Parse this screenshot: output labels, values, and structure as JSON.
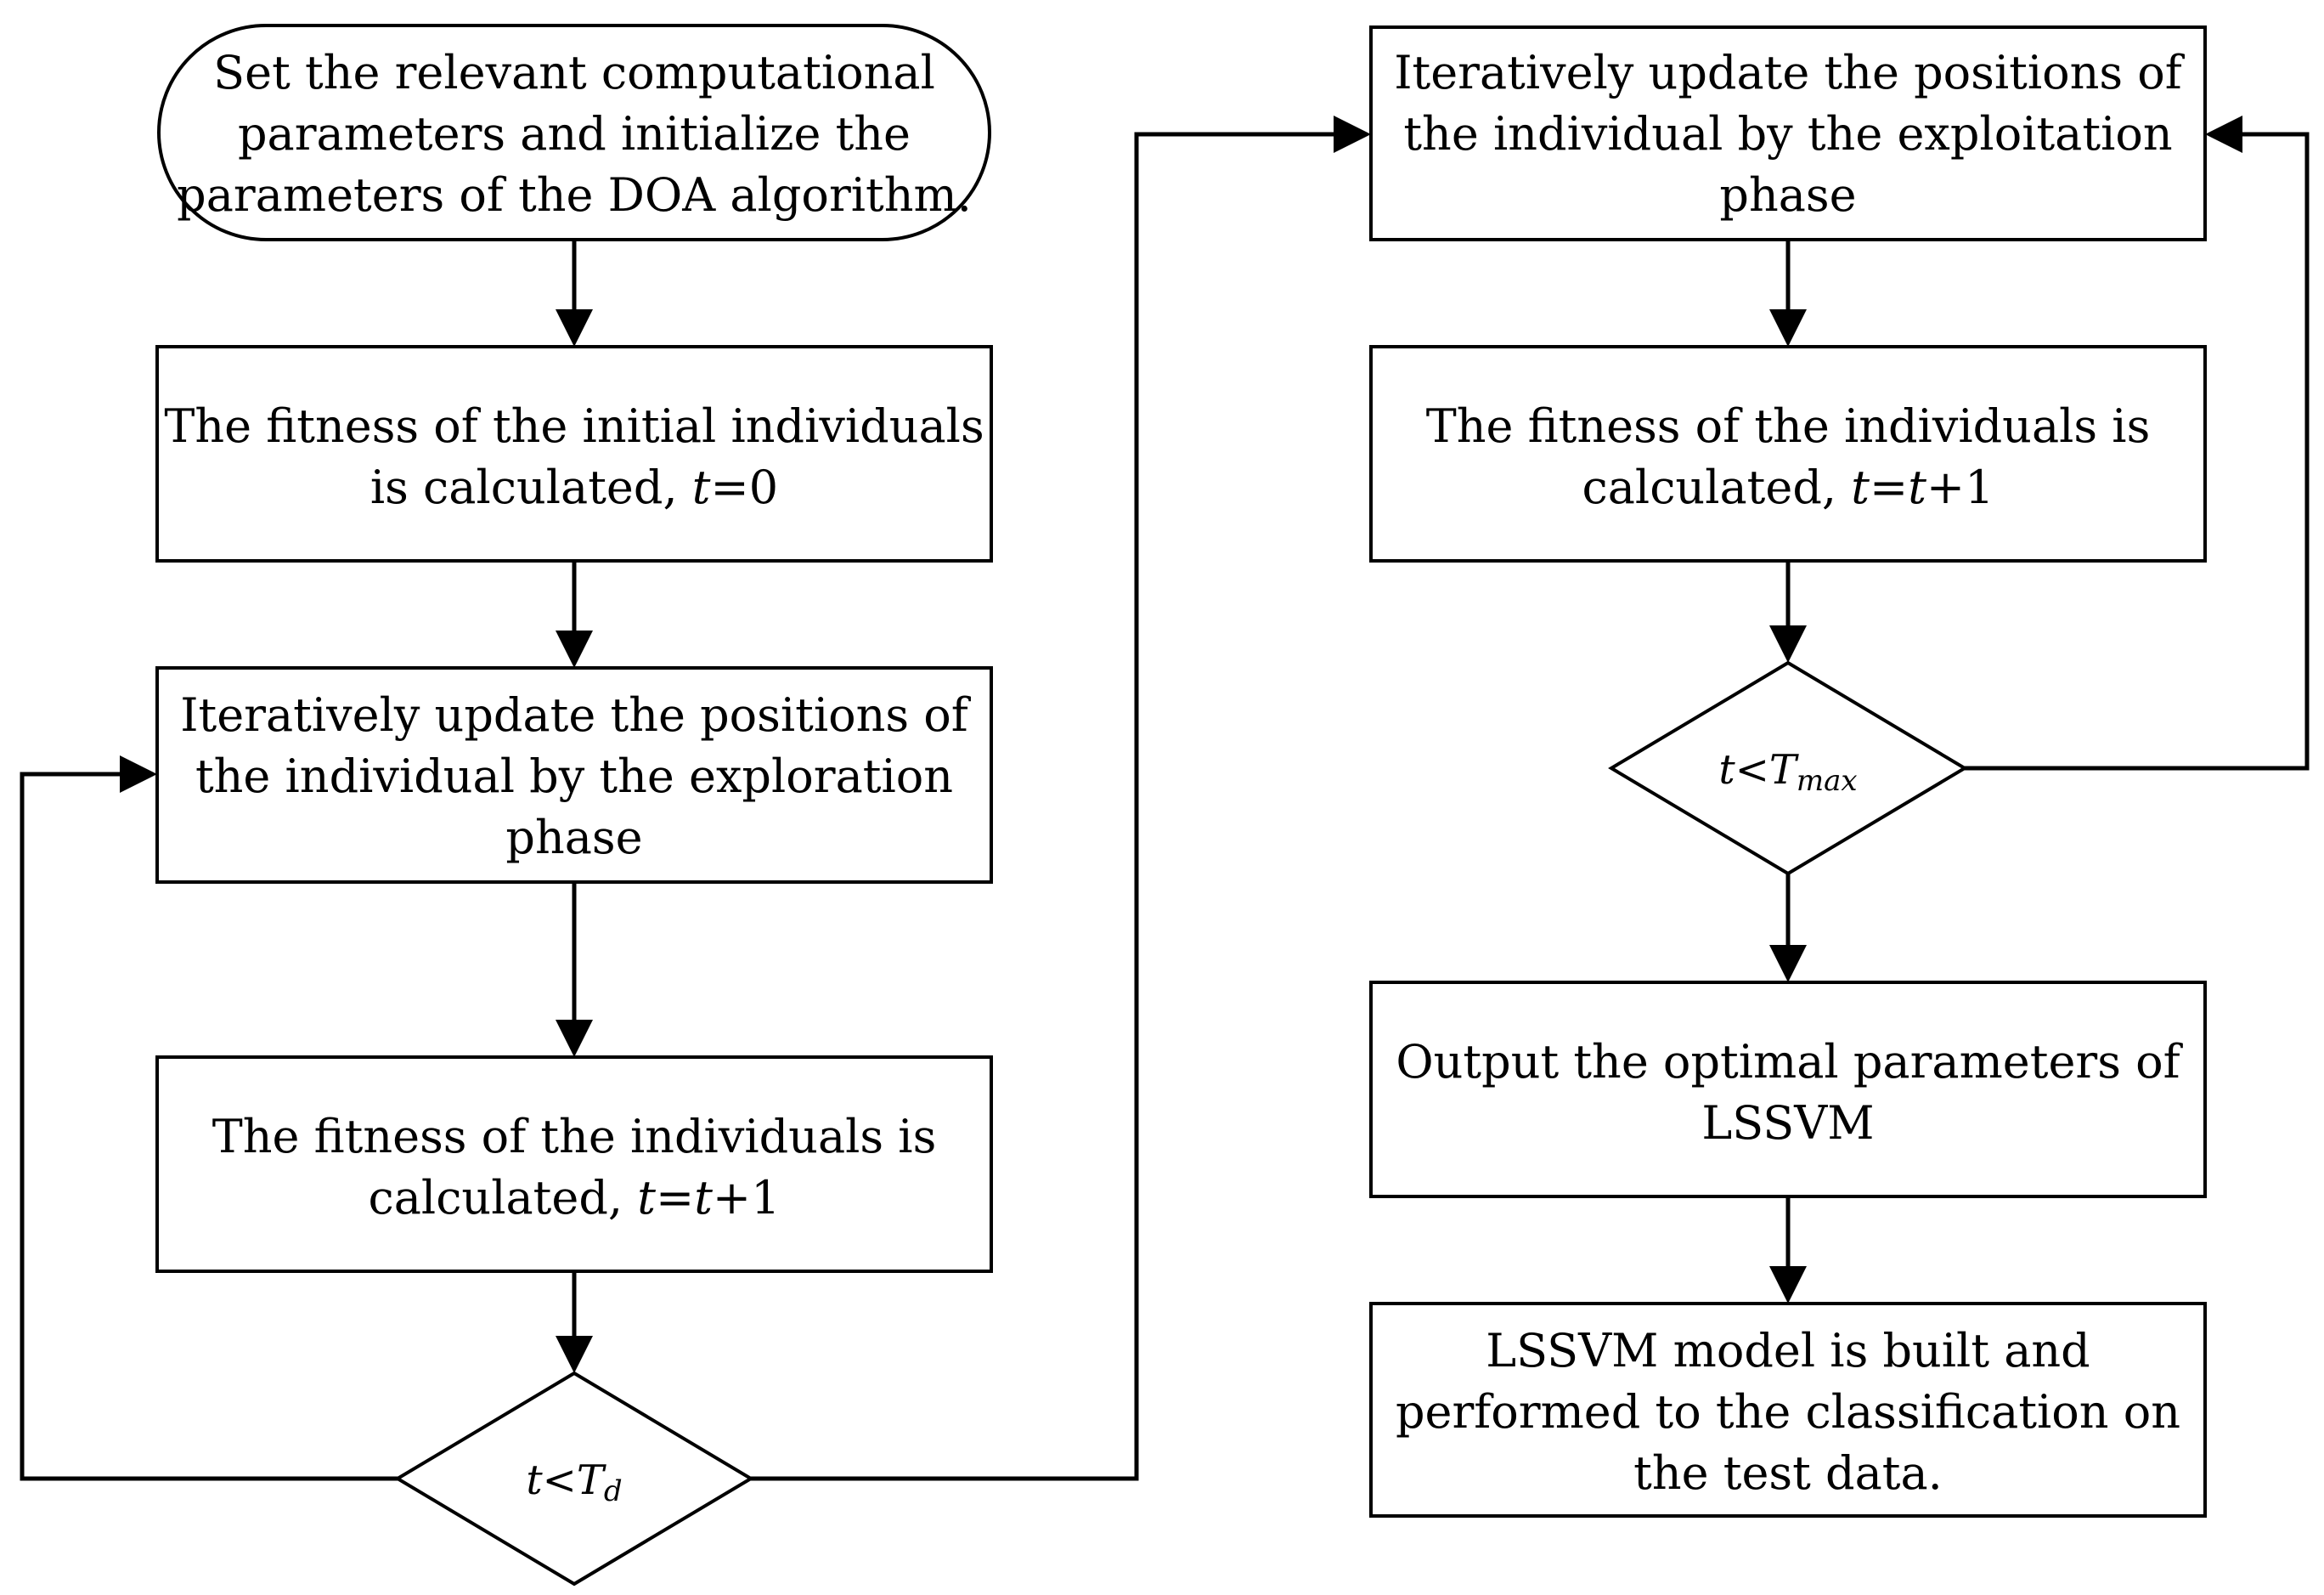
{
  "nodes": {
    "start": {
      "lines": [
        "Set the relevant computational",
        "parameters and initialize the",
        "parameters of the DOA algorithm."
      ]
    },
    "fitness_initial": {
      "lines": [
        "The fitness of the initial individuals",
        "is calculated, "
      ],
      "var": "t",
      "expr": "=0"
    },
    "exploration": {
      "lines": [
        "Iteratively update the positions of",
        "the individual by the exploration",
        "phase"
      ]
    },
    "fitness_left": {
      "lines": [
        "The fitness of the  individuals is",
        "calculated, "
      ],
      "var": "t",
      "expr_a": "=",
      "var2": "t",
      "expr_b": "+1"
    },
    "decision_td": {
      "var": "t",
      "op": "<",
      "T": "T",
      "sub": "d"
    },
    "exploitation": {
      "lines": [
        "Iteratively update the positions of",
        "the individual by the exploitation",
        "phase"
      ]
    },
    "fitness_right": {
      "lines": [
        "The fitness of the  individuals is",
        "calculated, "
      ],
      "var": "t",
      "expr_a": "=",
      "var2": "t",
      "expr_b": "+1"
    },
    "decision_tmax": {
      "var": "t",
      "op": "<",
      "T": "T",
      "sub": "max"
    },
    "output": {
      "lines": [
        "Output the optimal parameters of",
        "LSSVM"
      ]
    },
    "model": {
      "lines": [
        "LSSVM  model is built and",
        "performed to the  classification on",
        "the test data."
      ]
    }
  }
}
